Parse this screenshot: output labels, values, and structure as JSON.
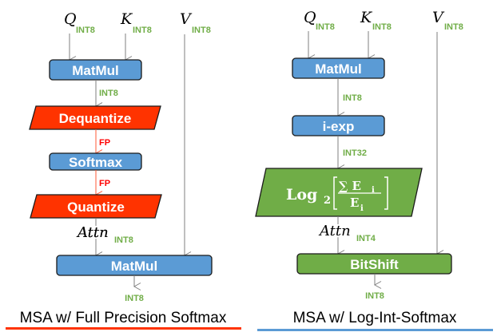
{
  "colors": {
    "blue_box": "#5B9BD5",
    "red_box": "#FF3300",
    "green_box": "#70AD47",
    "green_text": "#70AD47",
    "fp_text": "#FF0000",
    "fp_arrow": "#FF5A36",
    "line": "#7F7F7F",
    "left_underline": "#FF3300",
    "right_underline": "#5B9BD5"
  },
  "left": {
    "inputs": [
      {
        "var": "Q",
        "sub": "INT8"
      },
      {
        "var": "K",
        "sub": "INT8"
      },
      {
        "var": "V",
        "sub": "INT8"
      }
    ],
    "matmul1": "MatMul",
    "edge1": "INT8",
    "dequantize": "Dequantize",
    "edge2": "FP",
    "softmax": "Softmax",
    "edge3": "FP",
    "quantize": "Quantize",
    "attn": {
      "var": "Attn",
      "sub": "INT8"
    },
    "matmul2": "MatMul",
    "output": "INT8",
    "caption": "MSA w/ Full Precision Softmax"
  },
  "right": {
    "inputs": [
      {
        "var": "Q",
        "sub": "INT8"
      },
      {
        "var": "K",
        "sub": "INT8"
      },
      {
        "var": "V",
        "sub": "INT8"
      }
    ],
    "matmul1": "MatMul",
    "edge1": "INT8",
    "iexp": "i-exp",
    "edge2": "INT32",
    "log": {
      "base": "Log",
      "base_sub": "2",
      "numerator": "∑ E",
      "numerator_sub": "i",
      "denominator": "E",
      "denominator_sub": "i"
    },
    "attn": {
      "var": "Attn",
      "sub": "INT4"
    },
    "bitshift": "BitShift",
    "output": "INT8",
    "caption": "MSA w/ Log-Int-Softmax"
  }
}
